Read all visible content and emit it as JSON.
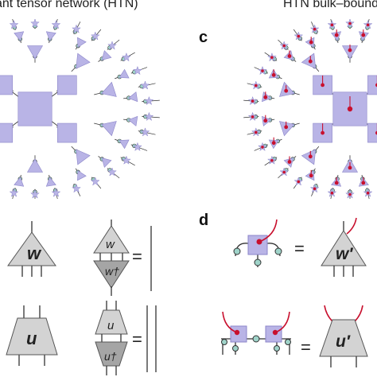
{
  "titles": {
    "left": "ant tensor network (HTN)",
    "right": "HTN bulk–bound"
  },
  "panel_labels": {
    "c": "c",
    "d": "d"
  },
  "tensors": {
    "w": "w",
    "w_top": "w",
    "w_dagger": "w†",
    "u": "u",
    "u_top": "u",
    "u_dagger": "u†",
    "w_prime": "w′",
    "u_prime": "u′"
  },
  "equals": "=",
  "colors": {
    "lavender": "#b9b4e6",
    "lavender_edge": "#8c86c9",
    "grey_tensor": "#d3d3d3",
    "dark_grey_tensor": "#a5a5a5",
    "teal_node": "#9fd3c9",
    "bulk_dot": "#c8102e",
    "red_leg": "#c8102e",
    "line": "#333333"
  },
  "icons": {
    "network": "hyperbolic-tensor-network-icon",
    "w_tensor": "triangle-tensor-icon",
    "u_tensor": "trapezoid-tensor-icon"
  }
}
